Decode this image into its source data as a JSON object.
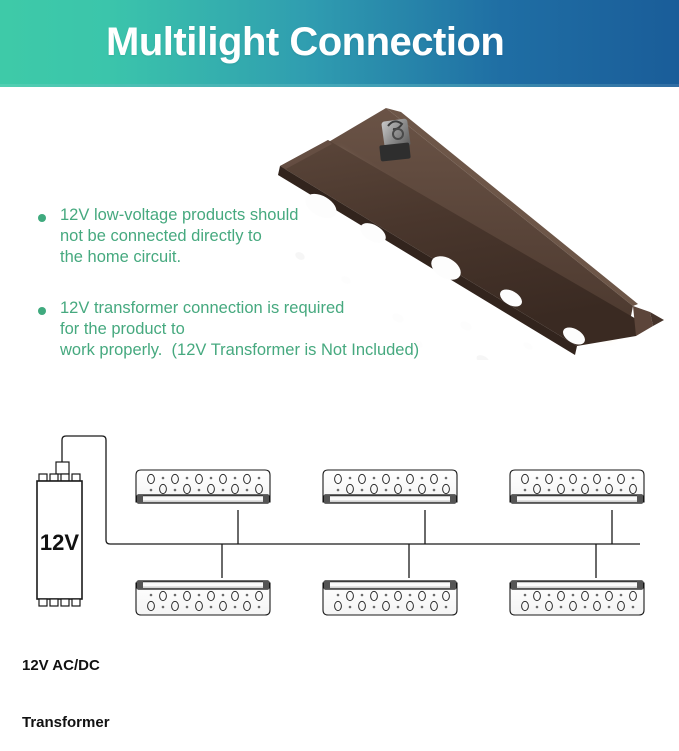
{
  "header": {
    "title": "Multilight Connection",
    "gradient_from": "#3ecaa8",
    "gradient_to": "#1a5d99",
    "text_color": "#ffffff"
  },
  "bullets": {
    "text_color": "#46a97f",
    "dot_color": "#3faa7e",
    "items": [
      {
        "lines": [
          "12V low-voltage products should",
          "not be connected directly to",
          "the home circuit."
        ]
      },
      {
        "lines": [
          "12V transformer connection is required",
          "for the product to",
          "work properly.  (12V Transformer is Not Included)"
        ]
      }
    ]
  },
  "product_photo": {
    "alt_name": "bronze-linear-landscape-light-fixture",
    "body_color": "#4a372d",
    "led_color": "#f0dcae"
  },
  "diagram": {
    "transformer": {
      "value_label": "12V",
      "caption_lines": [
        "12V AC/DC",
        "Transformer"
      ]
    },
    "fixture_count": 6,
    "line_color": "#1a1a1a"
  }
}
